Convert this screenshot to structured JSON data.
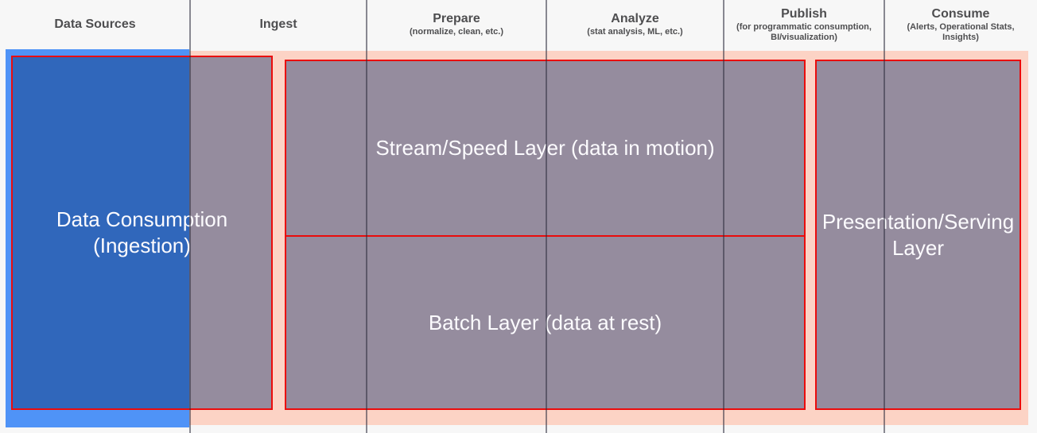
{
  "header": {
    "columns": [
      {
        "title": "Data Sources",
        "subtitle": ""
      },
      {
        "title": "Ingest",
        "subtitle": ""
      },
      {
        "title": "Prepare",
        "subtitle": "(normalize, clean, etc.)"
      },
      {
        "title": "Analyze",
        "subtitle": "(stat analysis, ML,  etc.)"
      },
      {
        "title": "Publish",
        "subtitle": "(for programmatic consumption, BI/visualization)"
      },
      {
        "title": "Consume",
        "subtitle": "(Alerts, Operational Stats, Insights)"
      }
    ]
  },
  "diagram": {
    "ingestion_label": "Data Consumption (Ingestion)",
    "stream_label": "Stream/Speed Layer (data in motion)",
    "batch_label": "Batch Layer (data at rest)",
    "presentation_label": "Presentation/Serving Layer"
  },
  "colors": {
    "background": "#f7f7f7",
    "pink_band": "#fcd3c5",
    "blue_band": "#4f93f7",
    "overlay_box_fill": "rgba(8,44,106,0.42)",
    "box_border_red": "#ea0c0c",
    "divider_line": "rgba(45,45,62,0.55)",
    "header_text": "#4e4e50",
    "box_text": "#fcfbfe"
  }
}
